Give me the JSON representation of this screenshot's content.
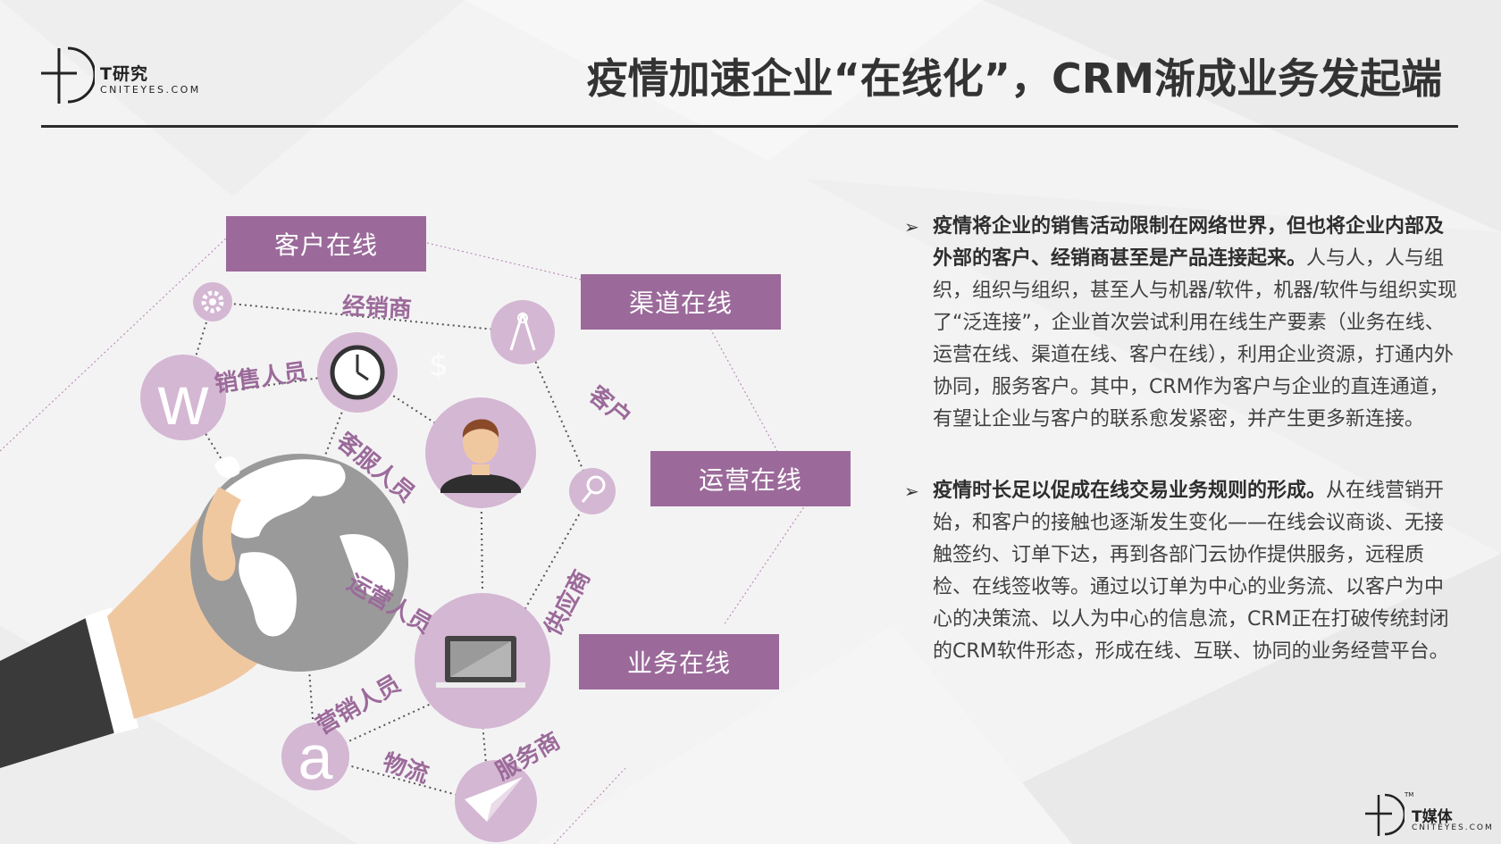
{
  "header": {
    "logo_cn": "T研究",
    "logo_en": "CNITEYES.COM",
    "title": "疫情加速企业“在线化”，CRM渐成业务发起端"
  },
  "diagram": {
    "boxes": {
      "customer_online": "客户在线",
      "channel_online": "渠道在线",
      "operation_online": "运营在线",
      "business_online": "业务在线"
    },
    "labels": {
      "distributor": "经销商",
      "sales": "销售人员",
      "customer_service": "客服人员",
      "customer": "客户",
      "operations_staff": "运营人员",
      "supplier": "供应商",
      "marketing_staff": "营销人员",
      "logistics": "物流",
      "service_provider": "服务商"
    },
    "icons": [
      "gear-icon",
      "clock-icon",
      "compass-icon",
      "avatar-icon",
      "magnifier-icon",
      "laptop-icon",
      "paper-plane-icon",
      "w-letter-icon",
      "a-letter-icon",
      "dollar-icon",
      "globe-hand-illustration"
    ]
  },
  "bullets": [
    {
      "bold": "疫情将企业的销售活动限制在网络世界，但也将企业内部及外部的客户、经销商甚至是产品连接起来。",
      "text": "人与人，人与组织，组织与组织，甚至人与机器/软件，机器/软件与组织实现了“泛连接”，企业首次尝试利用在线生产要素（业务在线、运营在线、渠道在线、客户在线），利用企业资源，打通内外协同，服务客户。其中，CRM作为客户与企业的直连通道，有望让企业与客户的联系愈发紧密，并产生更多新连接。"
    },
    {
      "bold": "疫情时长足以促成在线交易业务规则的形成。",
      "text": "从在线营销开始，和客户的接触也逐渐发生变化——在线会议商谈、无接触签约、订单下达，再到各部门云协作提供服务，远程质检、在线签收等。通过以订单为中心的业务流、以客户为中心的决策流、以人为中心的信息流，CRM正在打破传统封闭的CRM软件形态，形成在线、互联、协同的业务经营平台。"
    }
  ],
  "footer": {
    "logo_cn": "T媒体",
    "logo_en": "CNITEYES.COM",
    "tm": "TM"
  },
  "colors": {
    "accent": "#9b6a9a",
    "circle": "#d4b7d3",
    "title": "#333333"
  }
}
